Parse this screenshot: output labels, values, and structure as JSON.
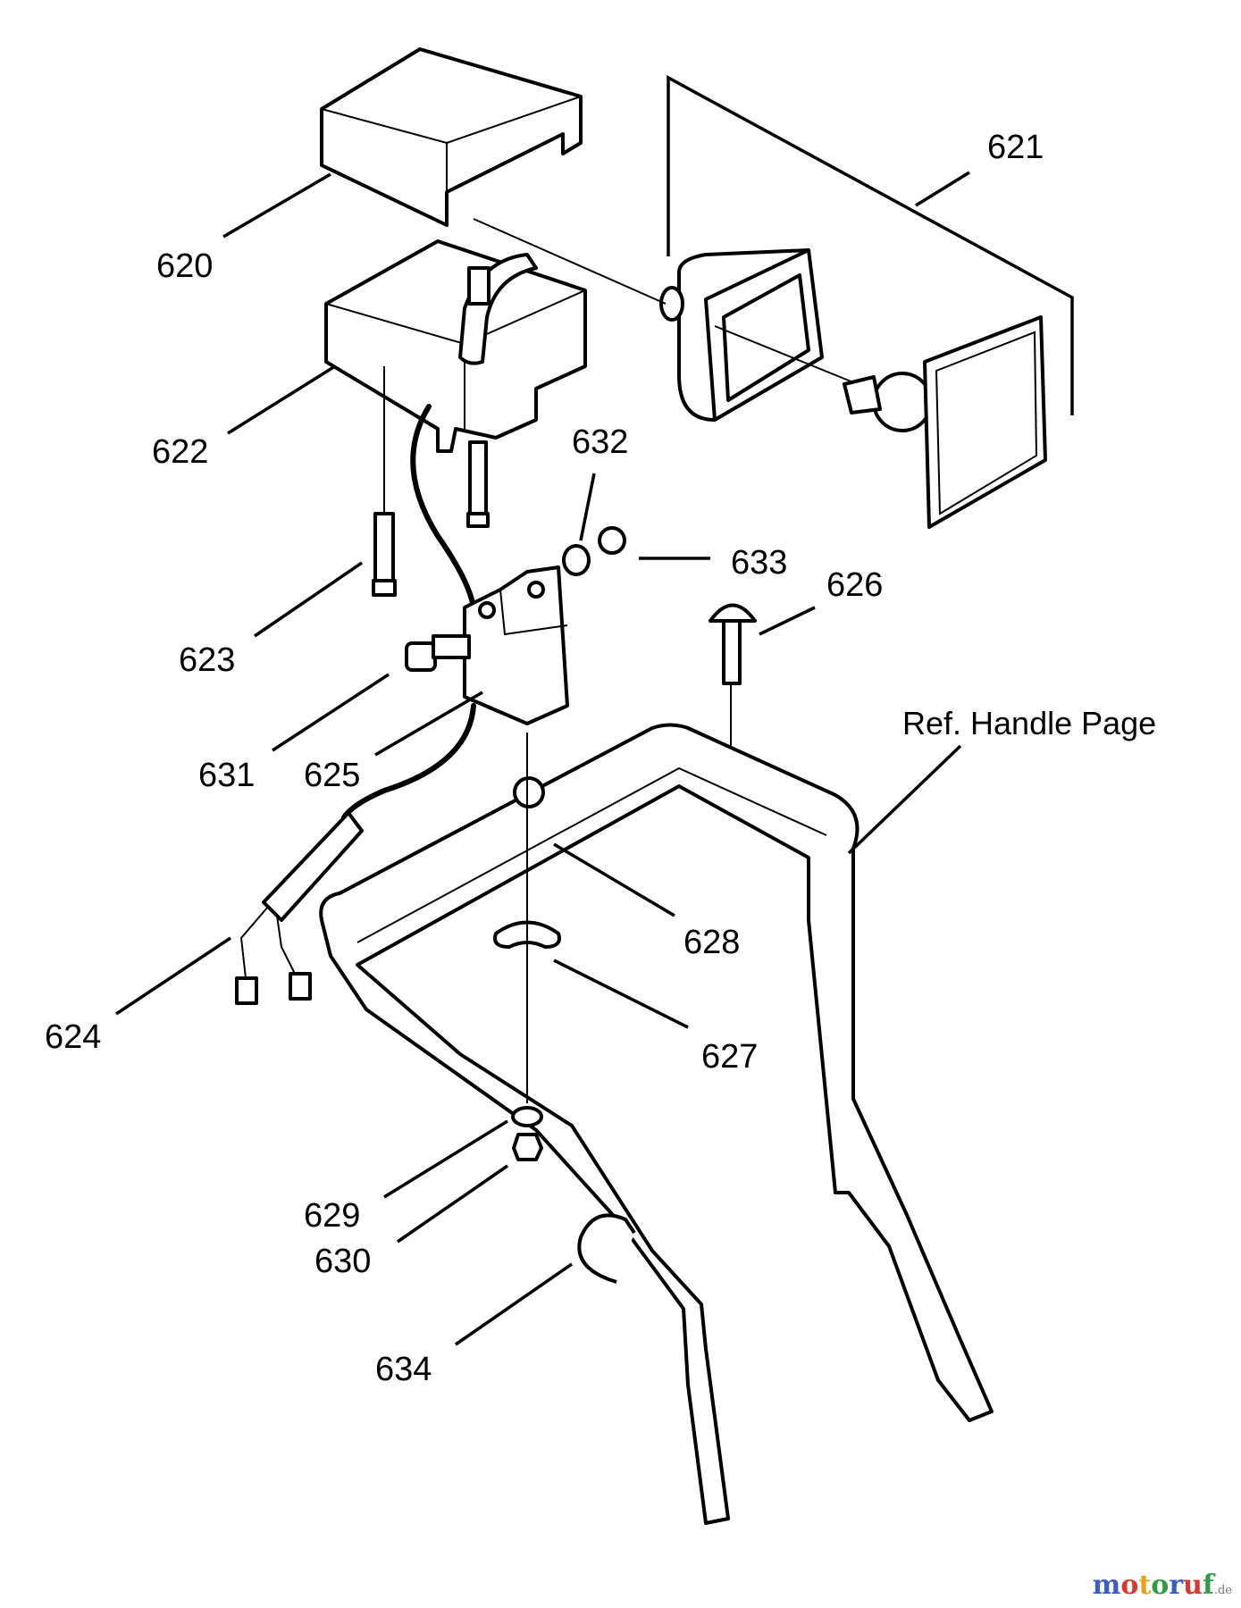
{
  "labels": {
    "p620": "620",
    "p621": "621",
    "p622": "622",
    "p623": "623",
    "p624": "624",
    "p625": "625",
    "p626": "626",
    "p627": "627",
    "p628": "628",
    "p629": "629",
    "p630": "630",
    "p631": "631",
    "p632": "632",
    "p633": "633",
    "p634": "634",
    "ref": "Ref. Handle Page"
  },
  "watermark": {
    "brand": "motoruf",
    "suffix": ".de",
    "colors": [
      "#3a5fbf",
      "#d63a2f",
      "#e8a31b",
      "#2e9b45",
      "#3a5fbf",
      "#d63a2f",
      "#2e9b45"
    ]
  }
}
